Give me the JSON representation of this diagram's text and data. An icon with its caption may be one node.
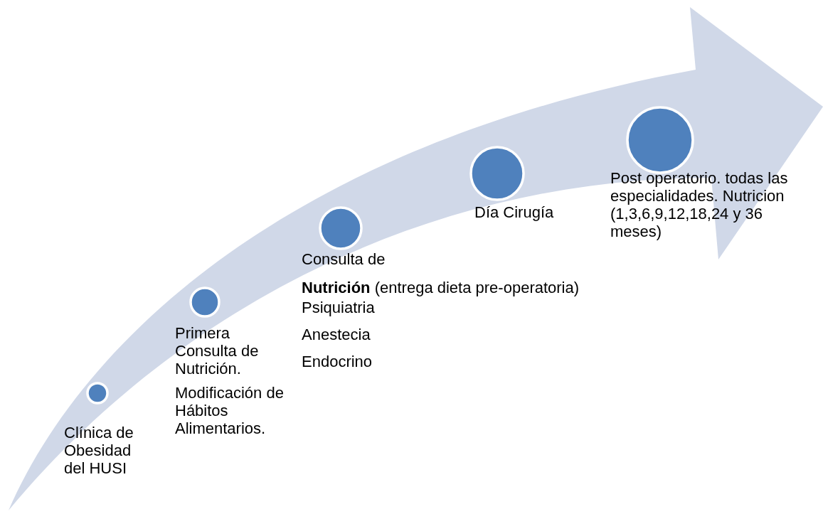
{
  "diagram": {
    "nodes": [
      {
        "text": [],
        "shape": "circle"
      },
      {
        "text": [],
        "shape": "circle"
      },
      {
        "text": [],
        "shape": "circle"
      },
      {
        "text": [],
        "shape": "circle"
      },
      {
        "text": [],
        "shape": "circle"
      }
    ],
    "labels": [
      "Clínica de Obesidad del HUSI",
      "Primera Consulta de Nutrición.",
      "Modificación de Hábitos Alimentarios.",
      "Consulta de",
      "**Nutrición** (entrega dieta pre-operatoria)",
      "Psiquiatria",
      "Anestecia",
      "Endocrino",
      "Día Cirugía",
      "Post operatorio. todas las especialidades. Nutricion (1,3,6,9,12,18,24 y 36 meses)"
    ]
  }
}
